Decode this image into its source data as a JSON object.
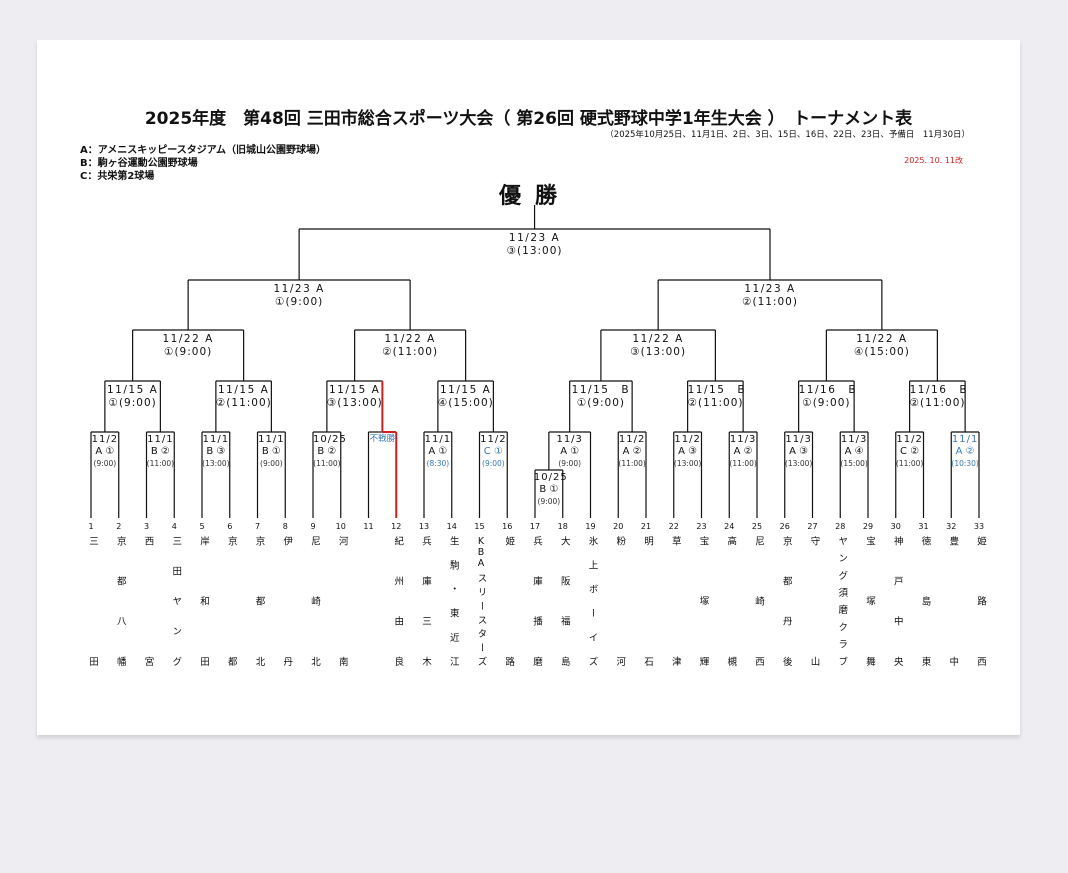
{
  "title": "2025年度　第48回 三田市総合スポーツ大会（ 第26回 硬式野球中学1年生大会 ）　トーナメント表",
  "dates": "（2025年10月25日、11月1日、2日、3日、15日、16日、22日、23日、予備日　11月30日）",
  "revision": "2025. 10. 11改",
  "venues": [
    "A：アメニスキッピースタジアム（旧城山公園野球場）",
    "B：駒ヶ谷運動公園野球場",
    "C：共栄第2球場"
  ],
  "champion": "優勝",
  "colors": {
    "line": "#111111",
    "winner": "#cc1f1f",
    "note": "#3a78b8",
    "revision": "#d02020"
  },
  "teams": [
    {
      "seed": "1",
      "name": "三田"
    },
    {
      "seed": "2",
      "name": "京都八幡"
    },
    {
      "seed": "3",
      "name": "西宮"
    },
    {
      "seed": "4",
      "name": "三田ヤング"
    },
    {
      "seed": "5",
      "name": "岸和田"
    },
    {
      "seed": "6",
      "name": "京都"
    },
    {
      "seed": "7",
      "name": "京都北"
    },
    {
      "seed": "8",
      "name": "伊丹"
    },
    {
      "seed": "9",
      "name": "尼崎北"
    },
    {
      "seed": "10",
      "name": "河南"
    },
    {
      "seed": "11",
      "name": ""
    },
    {
      "seed": "12",
      "name": "紀州由良"
    },
    {
      "seed": "13",
      "name": "兵庫三木"
    },
    {
      "seed": "14",
      "name": "生駒・東近江"
    },
    {
      "seed": "15",
      "name": "KBAスリースターズ"
    },
    {
      "seed": "16",
      "name": "姫路"
    },
    {
      "seed": "17",
      "name": "兵庫播磨"
    },
    {
      "seed": "18",
      "name": "大阪福島"
    },
    {
      "seed": "19",
      "name": "氷上ボーイズ"
    },
    {
      "seed": "20",
      "name": "粉河"
    },
    {
      "seed": "21",
      "name": "明石"
    },
    {
      "seed": "22",
      "name": "草津"
    },
    {
      "seed": "23",
      "name": "宝塚輝"
    },
    {
      "seed": "24",
      "name": "高槻"
    },
    {
      "seed": "25",
      "name": "尼崎西"
    },
    {
      "seed": "26",
      "name": "京都丹後"
    },
    {
      "seed": "27",
      "name": "守山"
    },
    {
      "seed": "28",
      "name": "ヤング須磨クラブ"
    },
    {
      "seed": "29",
      "name": "宝塚舞"
    },
    {
      "seed": "30",
      "name": "神戸中央"
    },
    {
      "seed": "31",
      "name": "徳島東"
    },
    {
      "seed": "32",
      "name": "豊中"
    },
    {
      "seed": "33",
      "name": "姫路西"
    }
  ],
  "prelim": [
    {
      "a": 17,
      "b": 18,
      "date": "10/25",
      "venue": "B ①",
      "time": "(9:00)",
      "blue": []
    }
  ],
  "round1": [
    {
      "a": 1,
      "b": 2,
      "date": "11/2",
      "venue": "A ①",
      "time": "(9:00)",
      "blue": []
    },
    {
      "a": 3,
      "b": 4,
      "date": "11/1",
      "venue": "B ②",
      "time": "(11:00)",
      "blue": []
    },
    {
      "a": 5,
      "b": 6,
      "date": "11/1",
      "venue": "B ③",
      "time": "(13:00)",
      "blue": []
    },
    {
      "a": 7,
      "b": 8,
      "date": "11/1",
      "venue": "B ①",
      "time": "(9:00)",
      "blue": []
    },
    {
      "a": 9,
      "b": 10,
      "date": "10/25",
      "venue": "B ②",
      "time": "(11:00)",
      "blue": []
    },
    {
      "a": 11,
      "b": 12,
      "forfeit": "不戦勝",
      "winner": "b"
    },
    {
      "a": 13,
      "b": 14,
      "date": "11/1",
      "venue": "A ①",
      "time": "(8:30)",
      "blue": [
        "time"
      ]
    },
    {
      "a": 15,
      "b": 16,
      "date": "11/2",
      "venue": "C ①",
      "time": "(9:00)",
      "blue": [
        "venue",
        "time"
      ]
    },
    {
      "a": "prelim0",
      "b": 19,
      "date": "11/3",
      "venue": "A ①",
      "time": "(9:00)",
      "blue": []
    },
    {
      "a": 20,
      "b": 21,
      "date": "11/2",
      "venue": "A ②",
      "time": "(11:00)",
      "blue": []
    },
    {
      "a": 22,
      "b": 23,
      "date": "11/2",
      "venue": "A ③",
      "time": "(13:00)",
      "blue": []
    },
    {
      "a": 24,
      "b": 25,
      "date": "11/3",
      "venue": "A ②",
      "time": "(11:00)",
      "blue": []
    },
    {
      "a": 26,
      "b": 27,
      "date": "11/3",
      "venue": "A ③",
      "time": "(13:00)",
      "blue": []
    },
    {
      "a": 28,
      "b": 29,
      "date": "11/3",
      "venue": "A ④",
      "time": "(15:00)",
      "blue": []
    },
    {
      "a": 30,
      "b": 31,
      "date": "11/2",
      "venue": "C ②",
      "time": "(11:00)",
      "blue": []
    },
    {
      "a": 32,
      "b": 33,
      "date": "11/1",
      "venue": "A ②",
      "time": "(10:30)",
      "blue": [
        "date",
        "venue",
        "time"
      ]
    }
  ],
  "round2": [
    {
      "date": "11/15 A",
      "slot": "①(9:00)"
    },
    {
      "date": "11/15 A",
      "slot": "②(11:00)"
    },
    {
      "date": "11/15 A",
      "slot": "③(13:00)"
    },
    {
      "date": "11/15 A",
      "slot": "④(15:00)"
    },
    {
      "date": "11/15　B",
      "slot": "①(9:00)"
    },
    {
      "date": "11/15　B",
      "slot": "②(11:00)"
    },
    {
      "date": "11/16　B",
      "slot": "①(9:00)"
    },
    {
      "date": "11/16　B",
      "slot": "②(11:00)"
    }
  ],
  "quarterfinals": [
    {
      "date": "11/22 A",
      "slot": "①(9:00)"
    },
    {
      "date": "11/22 A",
      "slot": "②(11:00)"
    },
    {
      "date": "11/22 A",
      "slot": "③(13:00)"
    },
    {
      "date": "11/22 A",
      "slot": "④(15:00)"
    }
  ],
  "semifinals": [
    {
      "date": "11/23 A",
      "slot": "①(9:00)"
    },
    {
      "date": "11/23 A",
      "slot": "②(11:00)"
    }
  ],
  "final": {
    "date": "11/23 A",
    "slot": "③(13:00)"
  }
}
